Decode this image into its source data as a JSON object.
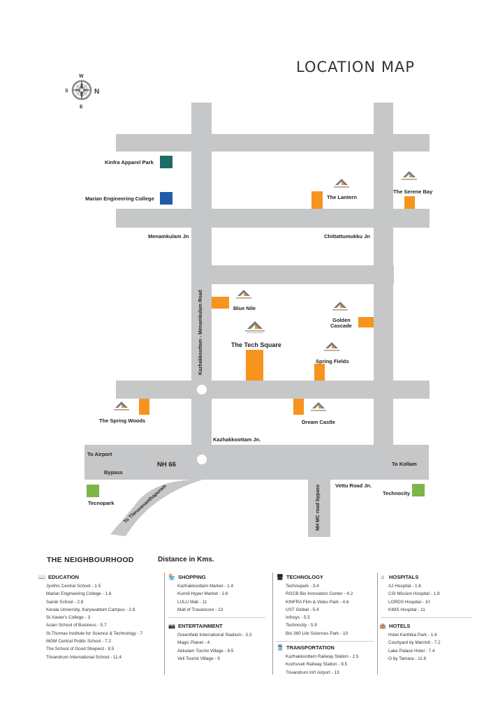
{
  "title": "LOCATION MAP",
  "compass": {
    "north": "N",
    "south": "S",
    "east": "E",
    "west": "W"
  },
  "colors": {
    "road": "#c6c7c9",
    "project": "#f7941d",
    "kinfra": "#1e6b68",
    "marian": "#1f5ca8",
    "tech": "#7ab648"
  },
  "places": {
    "kinfra": "Kinfra Apparel Park",
    "marian": "Marian Engineering College",
    "menamkulam": "Menamkulam Jn",
    "chittattumukku": "Chittattumukku Jn",
    "kazhakkoottam_jn": "Kazhakkoottam Jn.",
    "to_airport": "To Airport",
    "bypass": "Bypass",
    "nh66": "NH 66",
    "to_kollam": "To Kollam",
    "tecnopark": "Tecnopark",
    "technocity": "Technocity",
    "vettu_road": "Vettu Road Jn.",
    "kazhakkoottam_road": "Kazhakkoottam - Menamkulam Road",
    "to_thiruvananthapuram": "To Thiruvananthapuram",
    "nh_mc_road": "NH MC road bypass"
  },
  "projects": {
    "lantern": "The Lantern",
    "serene_bay": "The Serene Bay",
    "blue_nile": "Blue Nile",
    "golden_cascade_1": "Golden",
    "golden_cascade_2": "Cascade",
    "tech_square": "The Tech Square",
    "spring_fields": "Spring Fields",
    "spring_woods": "The Spring Woods",
    "dream_castle": "Dream Castle"
  },
  "neighbourhood": {
    "title": "THE NEIGHBOURHOOD",
    "distance_label": "Distance in Kms.",
    "education": {
      "heading": "EDUCATION",
      "icon": "book-icon",
      "items": [
        "Jyothis Central School - 1.5",
        "Marian Engineering College - 1.6",
        "Sainik School  - 2.8",
        "Kerala University, Karyavattom Campus  - 2.8",
        "St.Xavier's College - 3",
        "Asian School of Business - 5.7",
        "St.Thomas Institute for Science & Technology - 7",
        "MGM Central Public School - 7.2",
        "The School of Good Sheperd - 8.5",
        "Trivandrum International School - 11.4"
      ]
    },
    "shopping": {
      "heading": "SHOPPING",
      "icon": "shop-icon",
      "items": [
        "Kazhakkoottam Market - 1.4",
        "Kunnil Hyper Market - 2.6",
        "LULU Mall - 11",
        "Mall of Travancore - 13"
      ]
    },
    "entertainment": {
      "heading": "ENTERTAINMENT",
      "icon": "camera-icon",
      "items": [
        "Greenfield International Stadium - 3.3",
        "Magic Planet - 4",
        "Akkulam Tourist Village - 8.5",
        "Veli Tourist Village - 9"
      ]
    },
    "technology": {
      "heading": "TECHNOLOGY",
      "icon": "monitor-icon",
      "items": [
        "Technopark - 3.4",
        "RGCB Bio Innovation Center - 4.2",
        "KINFRA Film & Video Park - 4.6",
        "UST Global - 5.4",
        "Infosys - 5.5",
        "Technocity - 5.9",
        "Bio 360 Life Sciences Park - 10"
      ]
    },
    "transportation": {
      "heading": "TRANSPORTATION",
      "icon": "train-icon",
      "items": [
        "Kazhakkoottam Railway Station - 2.5",
        "Kochuveli Railway Station - 9.5",
        "Trivandrum  Int'l Airport - 13"
      ]
    },
    "hospitals": {
      "heading": "HOSPITALS",
      "icon": "hospital-icon",
      "items": [
        "AJ Hospital  - 1.6",
        "CSI Mission Hospital - 1.9",
        "LORDS Hospital - 10",
        "KIMS Hospital - 11"
      ]
    },
    "hotels": {
      "heading": "HOTELS",
      "icon": "hotel-icon",
      "items": [
        "Hotel Karthika Park - 1.6",
        "Courtyard by Marriott - 7.2",
        "Lake Palace Hotel - 7.4",
        "O by Tamara - 11.8"
      ]
    }
  }
}
